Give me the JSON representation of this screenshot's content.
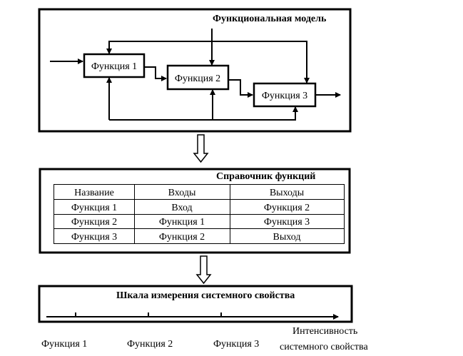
{
  "functional_model": {
    "title": "Функциональная модель",
    "functions": [
      {
        "label": "Функция 1"
      },
      {
        "label": "Функция 2"
      },
      {
        "label": "Функция 3"
      }
    ]
  },
  "function_directory": {
    "title": "Справочник функций",
    "columns": [
      "Название",
      "Входы",
      "Выходы"
    ],
    "rows": [
      [
        "Функция 1",
        "Вход",
        "Функция 2"
      ],
      [
        "Функция 2",
        "Функция 1",
        "Функция 3"
      ],
      [
        "Функция 3",
        "Функция 2",
        "Выход"
      ]
    ]
  },
  "measurement_scale": {
    "title": "Шкала измерения системного свойства",
    "tick_labels": [
      "Функция 1",
      "Функция 2",
      "Функция 3"
    ],
    "axis_label_line1": "Интенсивность",
    "axis_label_line2": "системного свойства"
  },
  "colors": {
    "stroke": "#000000",
    "background": "#ffffff"
  }
}
